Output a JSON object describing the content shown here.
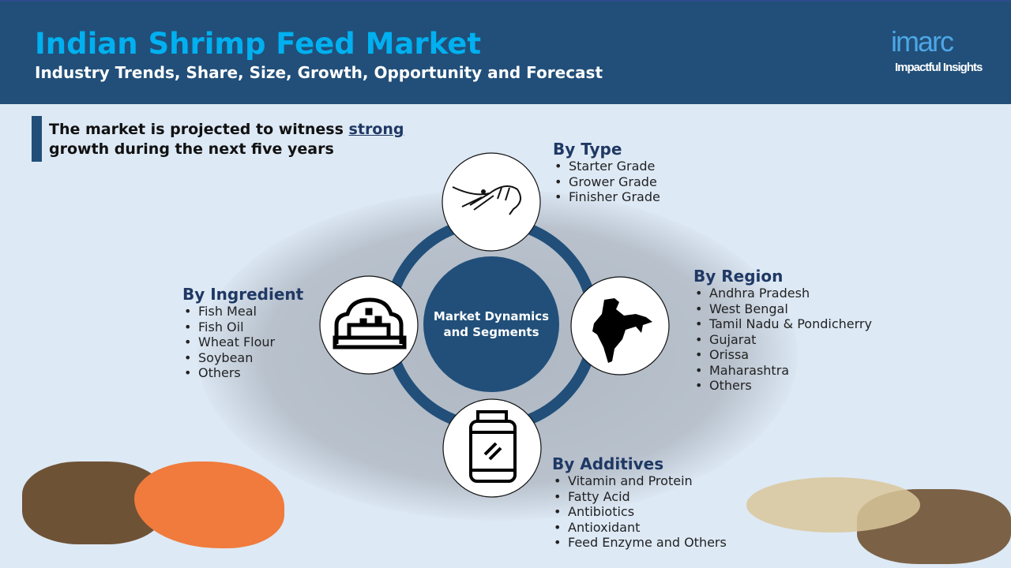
{
  "header": {
    "title": "Indian Shrimp Feed Market",
    "subtitle": "Industry Trends, Share, Size, Growth, Opportunity and Forecast",
    "logo": "imarc",
    "tagline": "Impactful Insights"
  },
  "lead": {
    "text_before": "The market is projected to witness ",
    "emphasis": "strong",
    "text_after": "growth during the next five years"
  },
  "center": {
    "line1": "Market Dynamics",
    "line2": "and Segments"
  },
  "segments": {
    "type": {
      "title": "By Type",
      "icon": "shrimp-icon",
      "items": [
        "Starter Grade",
        "Grower Grade",
        "Finisher Grade"
      ]
    },
    "region": {
      "title": "By Region",
      "icon": "india-map-icon",
      "items": [
        "Andhra Pradesh",
        "West Bengal",
        "Tamil Nadu & Pondicherry",
        "Gujarat",
        "Orissa",
        "Maharashtra",
        "Others"
      ]
    },
    "ingredient": {
      "title": "By Ingredient",
      "icon": "feed-bowl-icon",
      "items": [
        "Fish Meal",
        "Fish Oil",
        "Wheat Flour",
        "Soybean",
        "Others"
      ]
    },
    "additives": {
      "title": "By Additives",
      "icon": "supplement-jar-icon",
      "items": [
        "Vitamin and Protein",
        "Fatty Acid",
        "Antibiotics",
        "Antioxidant",
        "Feed Enzyme and Others"
      ]
    }
  },
  "colors": {
    "header": "#214f79",
    "accent": "#00b0f0",
    "heading": "#1f3864",
    "background": "#dde9f5"
  }
}
